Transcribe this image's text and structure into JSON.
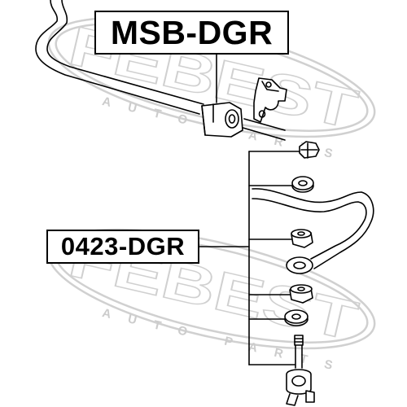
{
  "labels": {
    "stabilizer_bushing_part_number": "MSB-DGR",
    "stabilizer_link_part_number": "0423-DGR"
  },
  "watermark": {
    "brand": "FEBEST",
    "tagline": "AUTO PARTS",
    "color": "#d0d0d0"
  },
  "colors": {
    "line": "#000000",
    "background": "#ffffff"
  }
}
